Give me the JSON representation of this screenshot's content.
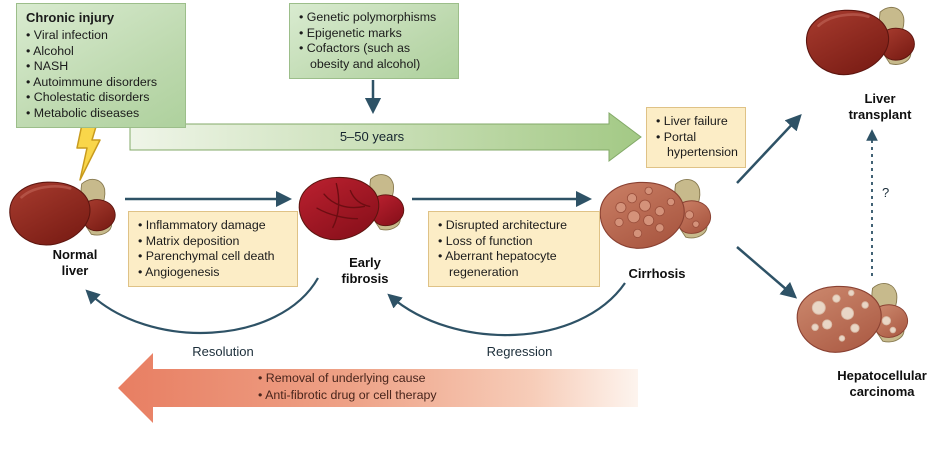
{
  "boxes": {
    "chronic_injury": {
      "title": "Chronic injury",
      "items": [
        "Viral infection",
        "Alcohol",
        "NASH",
        "Autoimmune disorders",
        "Cholestatic disorders",
        "Metabolic diseases"
      ]
    },
    "cofactors": {
      "items": [
        "Genetic polymorphisms",
        "Epigenetic marks",
        "Cofactors (such as obesity and alcohol)"
      ]
    },
    "decompensation": {
      "items": [
        "Liver failure",
        "Portal hypertension"
      ]
    },
    "fibrosis_processes": {
      "items": [
        "Inflammatory damage",
        "Matrix deposition",
        "Parenchymal cell death",
        "Angiogenesis"
      ]
    },
    "cirrhosis_features": {
      "items": [
        "Disrupted architecture",
        "Loss of function",
        "Aberrant hepatocyte regeneration"
      ]
    }
  },
  "timeline_arrow": {
    "label": "5–50 years"
  },
  "therapy_arrow": {
    "items": [
      "Removal of underlying cause",
      "Anti-fibrotic drug or cell therapy"
    ]
  },
  "stages": {
    "normal_liver": {
      "label": "Normal liver"
    },
    "early_fibrosis": {
      "label": "Early fibrosis"
    },
    "cirrhosis": {
      "label": "Cirrhosis"
    },
    "liver_transplant": {
      "label": "Liver transplant"
    },
    "hepatocellular_carcinoma": {
      "label": "Hepatocellular carcinoma"
    }
  },
  "flow_labels": {
    "resolution": "Resolution",
    "regression": "Regression",
    "uncertain": "?"
  },
  "colors": {
    "green_box_bg": "#bcd8ad",
    "yellow_box_bg": "#fcedc6",
    "arrow_dark": "#2e5266",
    "timeline_green": "#a3c985",
    "therapy_red": "#e87e62",
    "lightning_yellow": "#f9d64a",
    "healthy_liver_red": "#7b1d15",
    "fibrotic_liver_red": "#bc2130",
    "cirrhotic_liver_salmon": "#cb8066"
  }
}
